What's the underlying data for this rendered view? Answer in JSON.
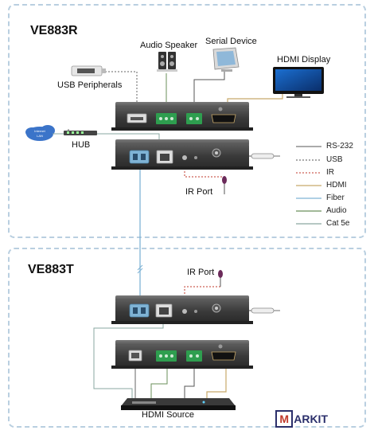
{
  "receiver": {
    "title": "VE883R",
    "labels": {
      "usb_peripherals": "USB Peripherals",
      "audio_speaker": "Audio Speaker",
      "serial_device": "Serial Device",
      "hdmi_display": "HDMI Display",
      "hub": "HUB",
      "ir_port": "IR Port",
      "lan_cloud": "Internet LAN"
    }
  },
  "transmitter": {
    "title": "VE883T",
    "labels": {
      "ir_port": "IR Port",
      "hdmi_source": "HDMI Source"
    }
  },
  "legend": [
    {
      "label": "RS-232",
      "color": "#555555",
      "style": "solid"
    },
    {
      "label": "USB",
      "color": "#555555",
      "style": "dotted"
    },
    {
      "label": "IR",
      "color": "#c0392b",
      "style": "dotted"
    },
    {
      "label": "HDMI",
      "color": "#c8a96a",
      "style": "solid"
    },
    {
      "label": "Fiber",
      "color": "#7fb3d5",
      "style": "solid"
    },
    {
      "label": "Audio",
      "color": "#6a8f5a",
      "style": "solid"
    },
    {
      "label": "Cat 5e",
      "color": "#8aa7a0",
      "style": "solid"
    }
  ],
  "colors": {
    "box_border": "#b9cfe0",
    "device_body": "#3d3d3d",
    "fiber": "#7fb3d5",
    "hdmi": "#c8a96a",
    "audio": "#6a8f5a",
    "cat5e": "#8aa7a0",
    "ir": "#c0392b",
    "terminal_green": "#2e9e4f"
  },
  "watermark": {
    "initial": "M",
    "rest": "ARKIT"
  }
}
